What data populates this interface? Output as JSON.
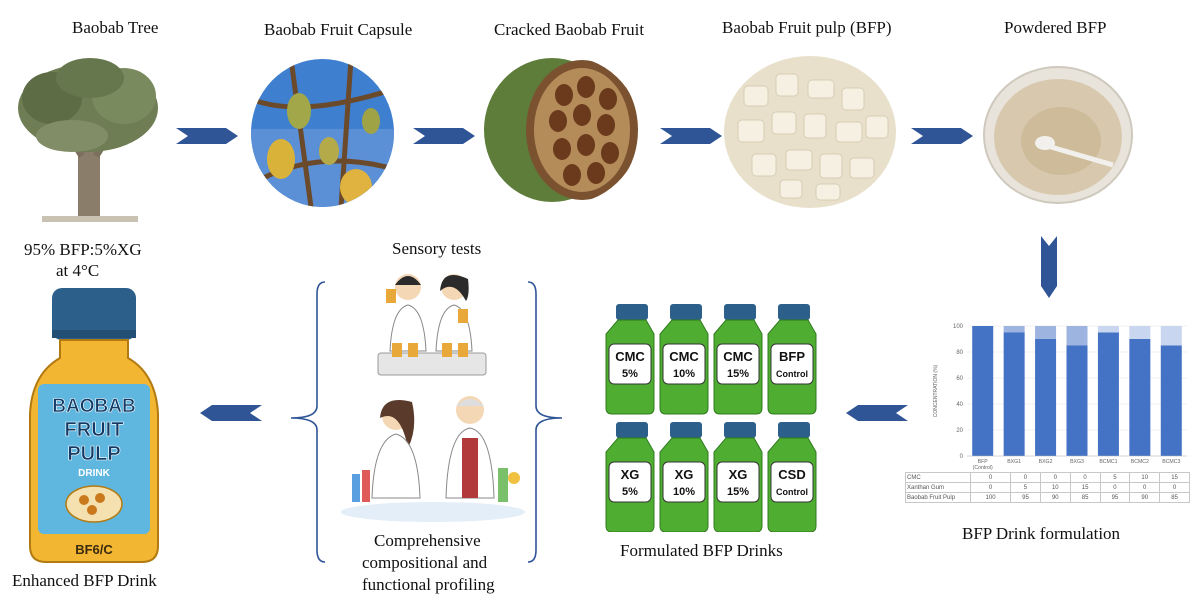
{
  "labels": {
    "baobab_tree": "Baobab Tree",
    "fruit_capsule": "Baobab Fruit Capsule",
    "cracked_fruit": "Cracked Baobab Fruit",
    "fruit_pulp": "Baobab Fruit pulp (BFP)",
    "powdered": "Powdered BFP",
    "ratio_line1": "95% BFP:5%XG",
    "ratio_line2": "at 4°C",
    "enhanced_drink": "Enhanced BFP Drink",
    "sensory": "Sensory tests",
    "profiling_line1": "Comprehensive",
    "profiling_line2": "compositional and",
    "profiling_line3": "functional profiling",
    "formulated": "Formulated BFP Drinks",
    "drink_formulation": "BFP Drink formulation"
  },
  "enhanced_bottle": {
    "line1": "BAOBAB",
    "line2": "FRUIT",
    "line3": "PULP",
    "line4": "DRINK",
    "code": "BF6/C"
  },
  "bottles": [
    {
      "line1": "CMC",
      "line2": "5%"
    },
    {
      "line1": "CMC",
      "line2": "10%"
    },
    {
      "line1": "CMC",
      "line2": "15%"
    },
    {
      "line1": "BFP",
      "line2": "Control"
    },
    {
      "line1": "XG",
      "line2": "5%"
    },
    {
      "line1": "XG",
      "line2": "10%"
    },
    {
      "line1": "XG",
      "line2": "15%"
    },
    {
      "line1": "CSD",
      "line2": "Control"
    }
  ],
  "colors": {
    "arrow": "#2f5597",
    "bottle_green": "#4fae32",
    "cap_blue": "#2c5f8a",
    "bar_blue": "#4472c4"
  },
  "chart_data": {
    "type": "bar",
    "stacked": true,
    "ylabel": "CONCENTRATION (%)",
    "ylim": [
      0,
      100
    ],
    "yticks": [
      0,
      20,
      40,
      60,
      80,
      100
    ],
    "categories": [
      "BFP (Control)",
      "BXG1",
      "BXG2",
      "BXG3",
      "BCMC1",
      "BCMC2",
      "BCMC3"
    ],
    "series": [
      {
        "name": "Baobab Fruit Pulp",
        "values": [
          100,
          95,
          90,
          85,
          95,
          90,
          85
        ]
      },
      {
        "name": "Xanthan Gum",
        "values": [
          0,
          5,
          10,
          15,
          0,
          0,
          0
        ]
      },
      {
        "name": "CMC",
        "values": [
          0,
          0,
          0,
          0,
          5,
          10,
          15
        ]
      }
    ],
    "table_rows": [
      {
        "name": "CMC",
        "values": [
          "0",
          "0",
          "0",
          "0",
          "5",
          "10",
          "15"
        ]
      },
      {
        "name": "Xanthan Gum",
        "values": [
          "0",
          "5",
          "10",
          "15",
          "0",
          "0",
          "0"
        ]
      },
      {
        "name": "Baobab Fruit Pulp",
        "values": [
          "100",
          "95",
          "90",
          "85",
          "95",
          "90",
          "85"
        ]
      }
    ]
  }
}
